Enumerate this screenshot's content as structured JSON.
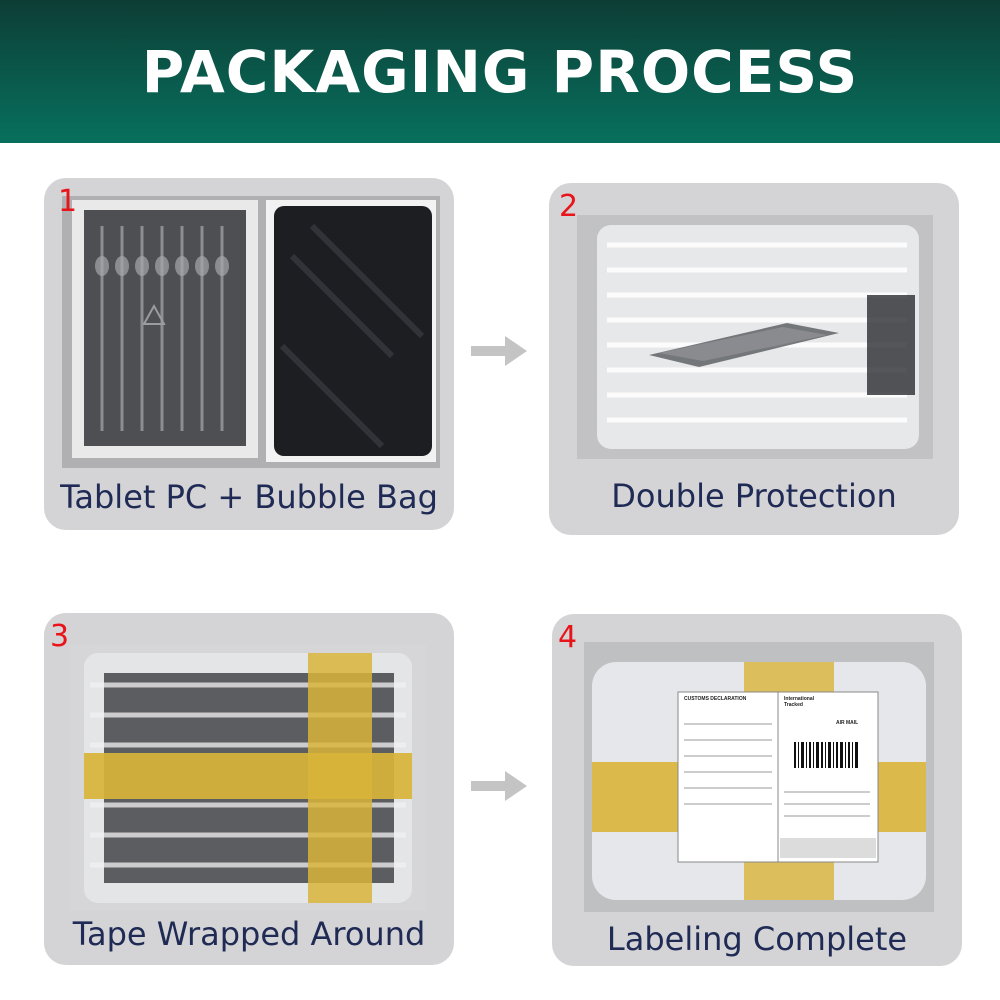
{
  "header": {
    "title": "PACKAGING PROCESS"
  },
  "steps": [
    {
      "number": "1",
      "caption": "Tablet PC + Bubble Bag"
    },
    {
      "number": "2",
      "caption": "Double Protection"
    },
    {
      "number": "3",
      "caption": "Tape Wrapped Around"
    },
    {
      "number": "4",
      "caption": "Labeling Complete"
    }
  ],
  "label": {
    "title1": "CUSTOMS DECLARATION",
    "title2": "International Tracked",
    "airmail": "AIR MAIL"
  },
  "colors": {
    "header_top": "#0d3d35",
    "header_bottom": "#07705d",
    "card_bg": "#d4d4d6",
    "caption_text": "#1f2a55",
    "step_number": "#e8141a",
    "tape": "#d9b43a",
    "arrow": "#c4c4c4"
  }
}
